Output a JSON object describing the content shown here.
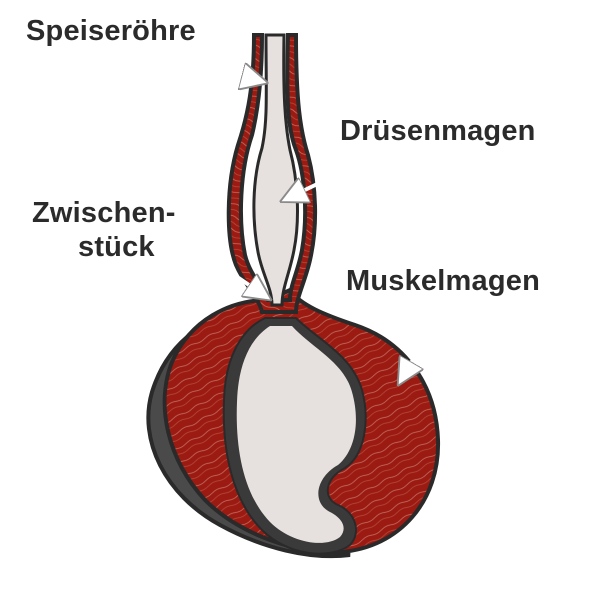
{
  "labels": {
    "esophagus": "Speiseröhre",
    "proventriculus": "Drüsenmagen",
    "isthmus_line1": "Zwischen-",
    "isthmus_line2": "stück",
    "gizzard": "Muskelmagen"
  },
  "colors": {
    "muscle": "#9b1b12",
    "muscle_dark": "#6e120c",
    "fiber": "#e9b7ab",
    "lumen": "#e6e1de",
    "outline": "#2a2a2a",
    "outer_layer": "#4a4a4a",
    "arrow": "#ffffff"
  }
}
